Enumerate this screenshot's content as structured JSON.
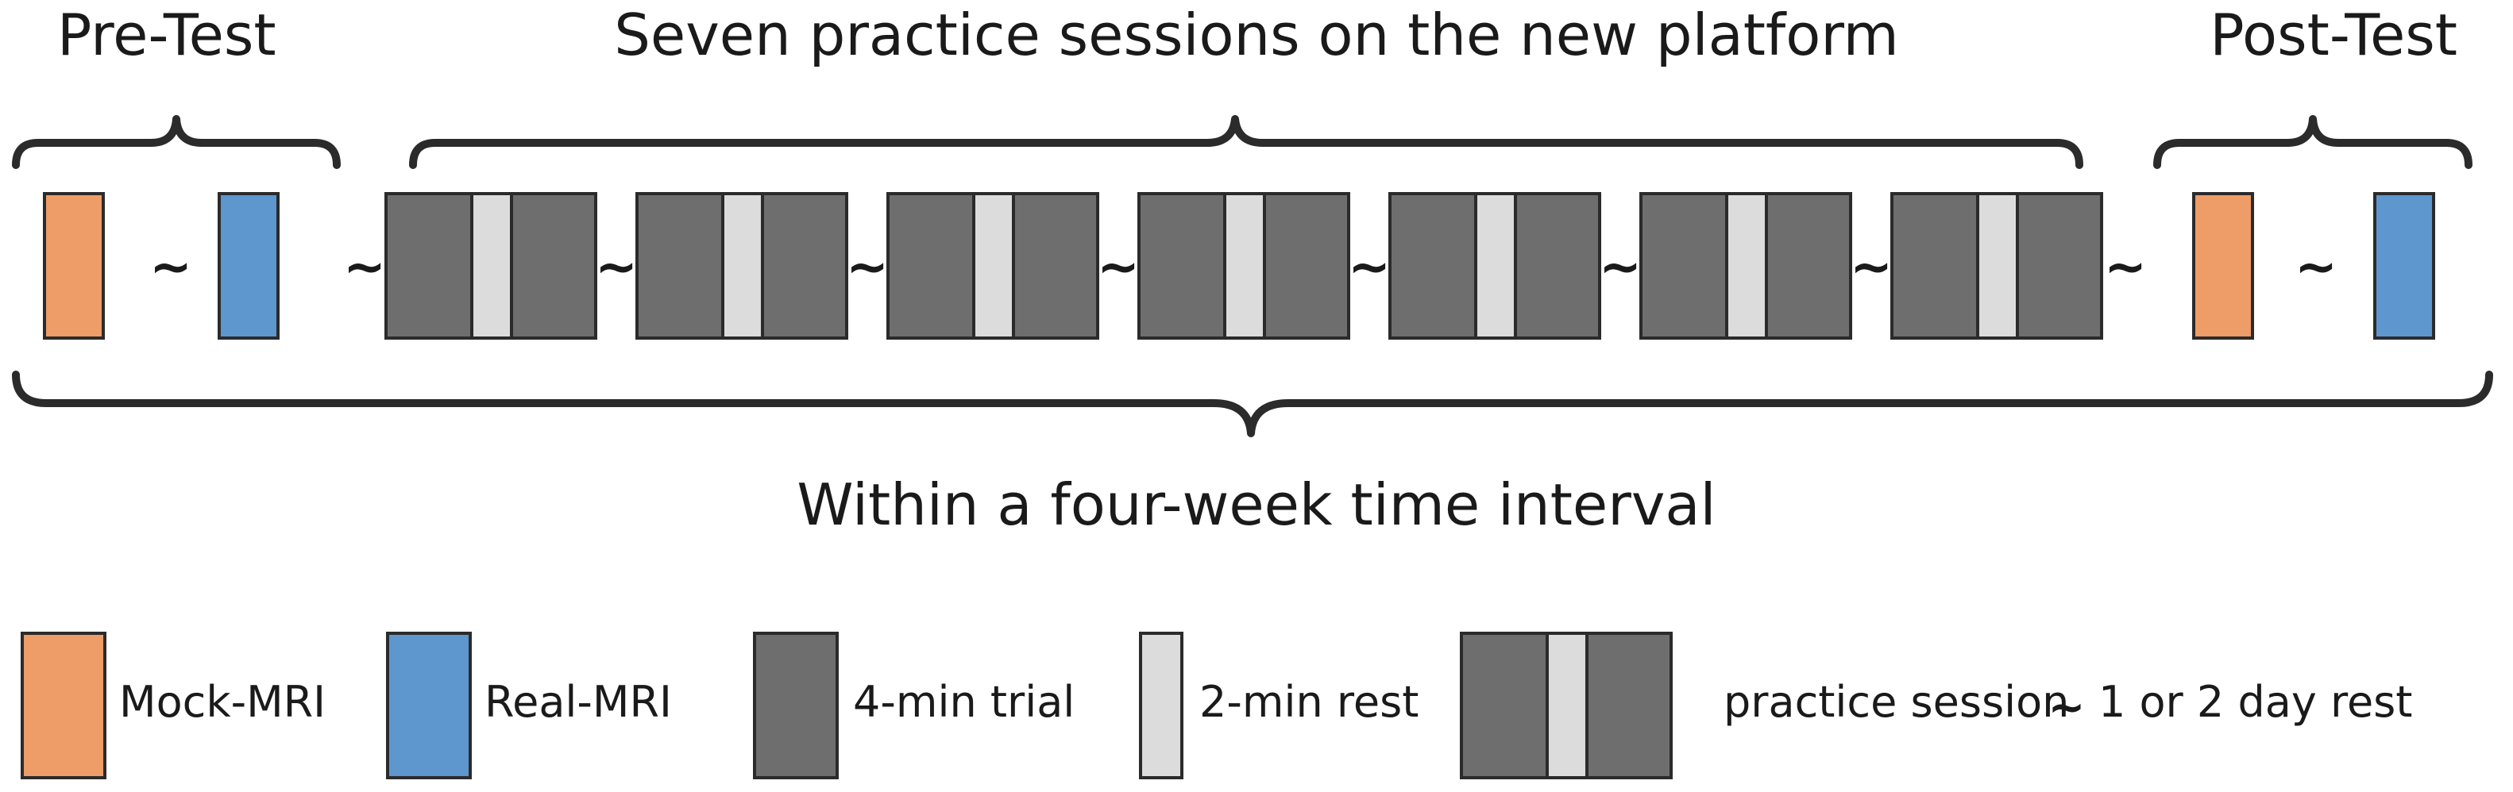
{
  "headings": {
    "pre_test": "Pre-Test",
    "practice": "Seven practice sessions on the new platform",
    "post_test": "Post-Test",
    "interval": "Within a four-week time interval"
  },
  "timeline": {
    "pre_test": [
      "mock-mri",
      "real-mri"
    ],
    "practice_sessions": 7,
    "post_test": [
      "mock-mri",
      "real-mri"
    ],
    "separator": "~"
  },
  "legend": {
    "mock_mri": "Mock-MRI",
    "real_mri": "Real-MRI",
    "trial": "4-min trial",
    "rest": "2-min rest",
    "session": "practice session",
    "tilde": "~",
    "day_rest": "1 or 2 day rest"
  },
  "colors": {
    "mock_mri": "#ee9c68",
    "real_mri": "#5e96ce",
    "trial": "#6e6e6e",
    "rest": "#dcdcdc",
    "stroke": "#2b2b2b"
  }
}
